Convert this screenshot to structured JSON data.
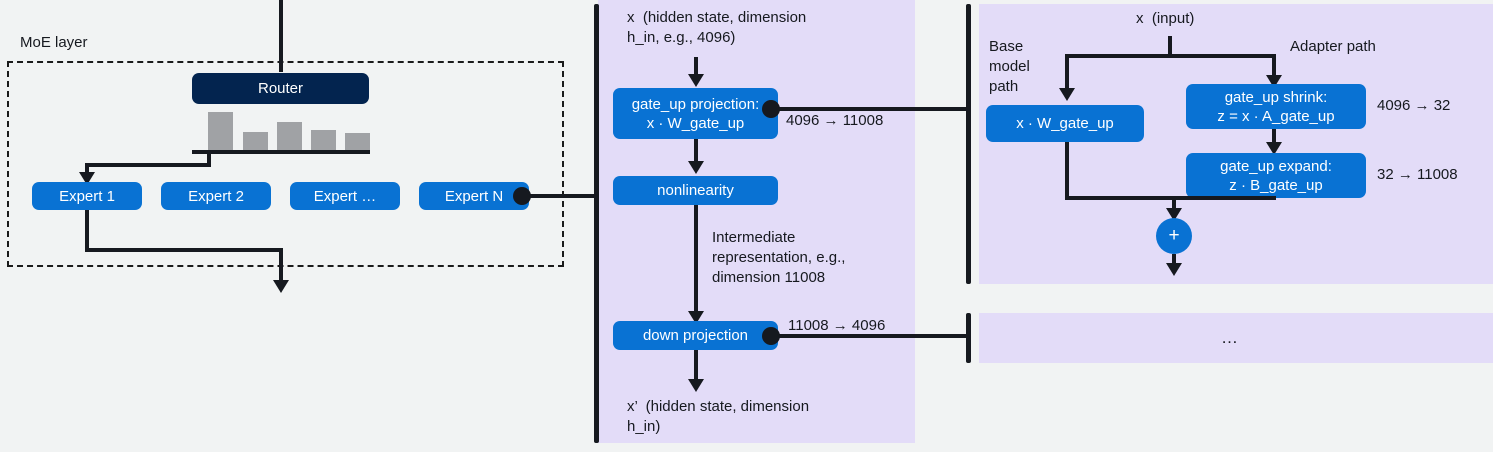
{
  "colors": {
    "background": "#f1f3f3",
    "panel": "#e3dcf8",
    "box_blue": "#0972d3",
    "router_navy": "#03244f",
    "bar_gray": "#a0a2a5",
    "line_black": "#16191f",
    "text_dark": "#16191f",
    "text_light": "#ffffff"
  },
  "moe_layer": {
    "title": "MoE layer",
    "router_label": "Router",
    "experts": [
      {
        "label": "Expert 1"
      },
      {
        "label": "Expert 2"
      },
      {
        "label": "Expert …"
      },
      {
        "label": "Expert N"
      }
    ],
    "router_weights": [
      38,
      18,
      28,
      20,
      17
    ]
  },
  "expert_detail": {
    "input_label": "x  (hidden state, dimension\nh_in, e.g., 4096)",
    "gate_up_box": "gate_up projection:\nx · W_gate_up",
    "gate_up_dims": "4096 → 11008",
    "nonlinearity_box": "nonlinearity",
    "intermediate_label": "Intermediate\nrepresentation, e.g.,\ndimension 11008",
    "down_projection_box": "down projection",
    "down_projection_dims": "11008 → 4096",
    "output_label": "x’  (hidden state, dimension\nh_in)"
  },
  "lora_detail": {
    "input_label": "x  (input)",
    "base_path_label": "Base\nmodel\npath",
    "adapter_path_label": "Adapter path",
    "base_box": "x · W_gate_up",
    "shrink_box": "gate_up shrink:\nz = x · A_gate_up",
    "shrink_dims": "4096 → 32",
    "expand_box": "gate_up expand:\nz · B_gate_up",
    "expand_dims": "32 → 11008",
    "add_symbol": "+"
  },
  "more_panel": {
    "ellipsis": "…"
  }
}
